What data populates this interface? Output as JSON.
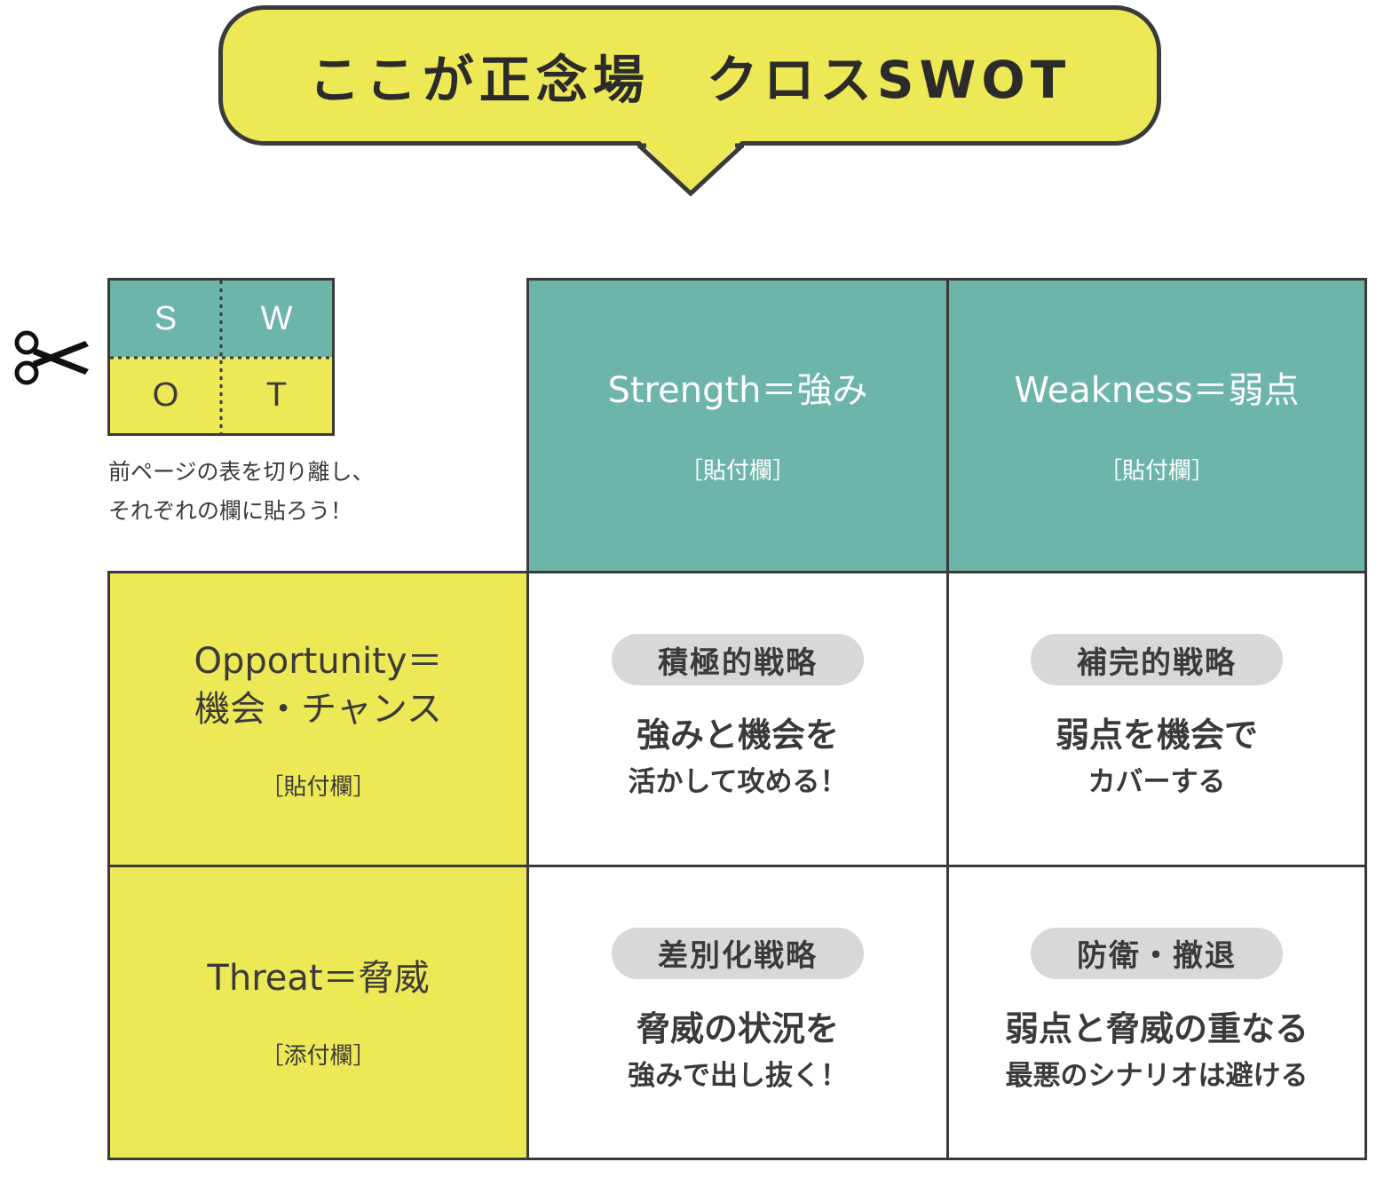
{
  "bubble": {
    "title": "ここが正念場　クロスSWOT"
  },
  "key": {
    "s": "S",
    "w": "W",
    "o": "O",
    "t": "T",
    "note_line1": "前ページの表を切り離し、",
    "note_line2": "それぞれの欄に貼ろう！",
    "scissors_icon": "scissors-icon"
  },
  "header": {
    "strength": {
      "title": "Strength＝強み",
      "sub": "［貼付欄］"
    },
    "weakness": {
      "title": "Weakness＝弱点",
      "sub": "［貼付欄］"
    }
  },
  "rows": {
    "opportunity": {
      "title_line1": "Opportunity＝",
      "title_line2": "機会・チャンス",
      "sub": "［貼付欄］"
    },
    "threat": {
      "title": "Threat＝脅威",
      "sub": "［添付欄］"
    }
  },
  "strategies": {
    "so": {
      "label": "積極的戦略",
      "line1": "強みと機会を",
      "line2": "活かして攻める！"
    },
    "wo": {
      "label": "補完的戦略",
      "line1": "弱点を機会で",
      "line2": "カバーする"
    },
    "st": {
      "label": "差別化戦略",
      "line1": "脅威の状況を",
      "line2": "強みで出し抜く！"
    },
    "wt": {
      "label": "防衛・撤退",
      "line1": "弱点と脅威の重なる",
      "line2": "最悪のシナリオは避ける"
    }
  },
  "colors": {
    "teal": "#6db4a9",
    "yellow": "#ede855",
    "pill": "#d8d8d8",
    "line": "#3a3a3a"
  }
}
